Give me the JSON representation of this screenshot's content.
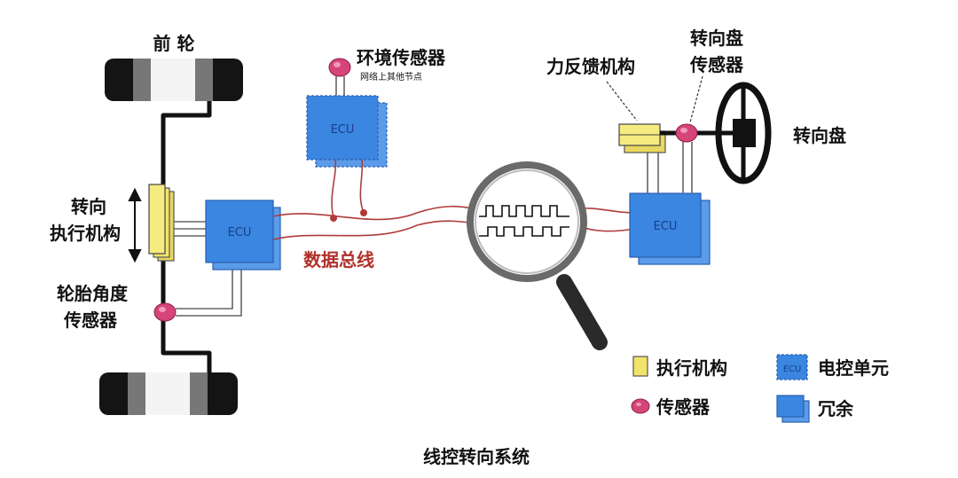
{
  "labels": {
    "front_wheel": "前 轮",
    "env_sensor": "环境传感器",
    "env_sensor_sub": "网络上其他节点",
    "force_feedback": "力反馈机构",
    "wheel_sensor_line1": "转向盘",
    "wheel_sensor_line2": "传感器",
    "steering_wheel": "转向盘",
    "steer_actuator_line1": "转向",
    "steer_actuator_line2": "执行机构",
    "data_bus": "数据总线",
    "angle_sensor_line1": "轮胎角度",
    "angle_sensor_line2": "传感器",
    "ecu": "ECU",
    "caption": "线控转向系统"
  },
  "legend": {
    "actuator": "执行机构",
    "sensor": "传感器",
    "ecu_label": "电控单元",
    "redundant": "冗余",
    "ecu_icon_text": "ECU"
  },
  "colors": {
    "ecu_blue": "#3a86e0",
    "ecu_border": "#2a5fb0",
    "actuator_yellow": "#f2e36a",
    "sensor_pink": "#d6457a",
    "bus_red": "#b03a3a",
    "label_red": "#b0302a"
  }
}
